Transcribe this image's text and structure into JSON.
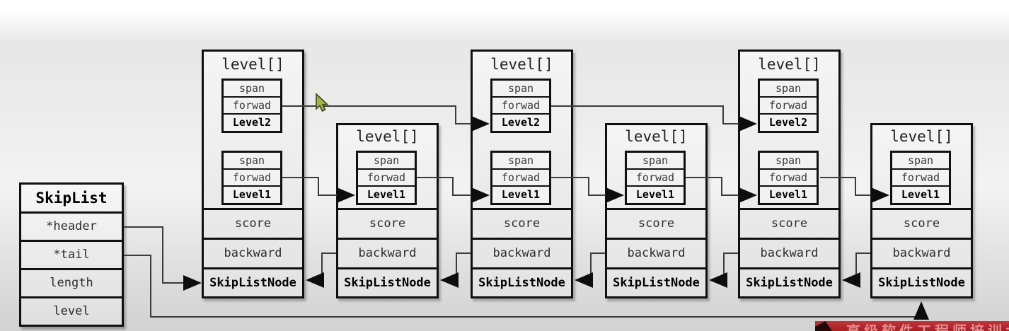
{
  "skiplist": {
    "title": "SkipList",
    "fields": [
      "*header",
      "*tail",
      "length",
      "level"
    ]
  },
  "nodes": [
    {
      "title": "level[]",
      "levels": [
        {
          "span": "span",
          "forward": "forwad",
          "label": "Level2"
        },
        {
          "span": "span",
          "forward": "forwad",
          "label": "Level1"
        }
      ],
      "score": "score",
      "backward": "backward",
      "type": "SkipListNode"
    },
    {
      "title": "level[]",
      "levels": [
        {
          "span": "span",
          "forward": "forwad",
          "label": "Level1"
        }
      ],
      "score": "score",
      "backward": "backward",
      "type": "SkipListNode"
    },
    {
      "title": "level[]",
      "levels": [
        {
          "span": "span",
          "forward": "forwad",
          "label": "Level2"
        },
        {
          "span": "span",
          "forward": "forwad",
          "label": "Level1"
        }
      ],
      "score": "score",
      "backward": "backward",
      "type": "SkipListNode"
    },
    {
      "title": "level[]",
      "levels": [
        {
          "span": "span",
          "forward": "forwad",
          "label": "Level1"
        }
      ],
      "score": "score",
      "backward": "backward",
      "type": "SkipListNode"
    },
    {
      "title": "level[]",
      "levels": [
        {
          "span": "span",
          "forward": "forwad",
          "label": "Level2"
        },
        {
          "span": "span",
          "forward": "forwad",
          "label": "Level1"
        }
      ],
      "score": "score",
      "backward": "backward",
      "type": "SkipListNode"
    },
    {
      "title": "level[]",
      "levels": [
        {
          "span": "span",
          "forward": "forwad",
          "label": "Level1"
        }
      ],
      "score": "score",
      "backward": "backward",
      "type": "SkipListNode"
    }
  ],
  "banner": {
    "text": "高级软件工程师培训大纲"
  },
  "colors": {
    "line": "#3c3c3c",
    "box_border": "#101010",
    "banner_red": "#a81e23",
    "cursor_green": "#a9b442",
    "background_gray": "#e7e7e7"
  }
}
